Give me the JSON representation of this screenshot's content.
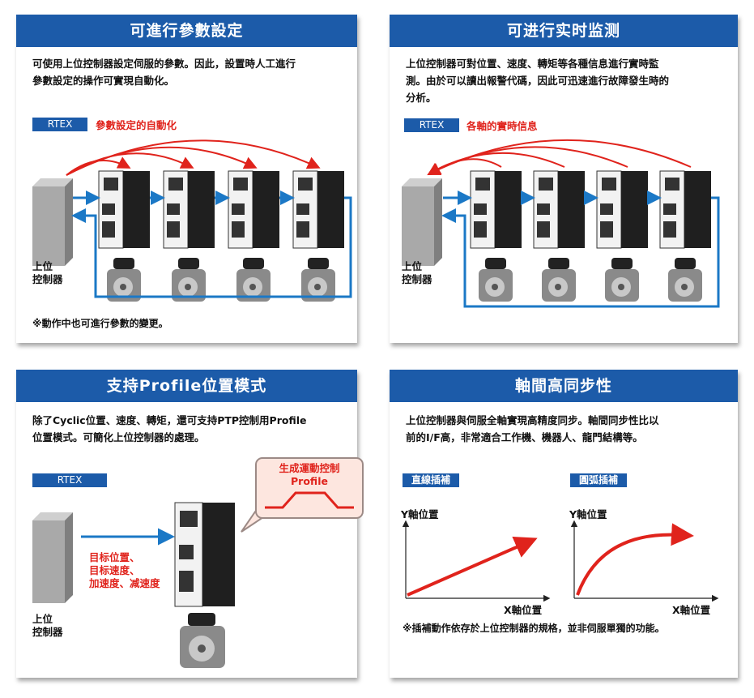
{
  "colors": {
    "header_blue": "#1c5ba9",
    "signal_blue": "#1b78c6",
    "accent_red": "#e0231c",
    "controller_gray": "#a9a9a9"
  },
  "panel1": {
    "title": "可進行參數設定",
    "desc": "可使用上位控制器設定伺服的參數。因此，設置時人工進行\n參數設定的操作可實現自動化。",
    "tag": "RTEX",
    "tag_title": "參數設定的自動化",
    "controller_label": "上位\n控制器",
    "note": "※動作中也可進行參數的變更。"
  },
  "panel2": {
    "title": "可进行实时监测",
    "desc": "上位控制器可對位置、速度、轉矩等各種信息進行實時監\n測。由於可以讀出報警代碼，因此可迅速進行故障發生時的\n分析。",
    "tag": "RTEX",
    "tag_title": "各軸的實時信息",
    "controller_label": "上位\n控制器"
  },
  "panel3": {
    "title": "支持Profile位置模式",
    "desc": "除了Cyclic位置、速度、轉矩，還可支持PTP控制用Profile\n位置模式。可簡化上位控制器的處理。",
    "tag": "RTEX",
    "bubble_text": "生成運動控制\nProfile",
    "targets": "目标位置、\n目标速度、\n加速度、减速度",
    "controller_label": "上位\n控制器"
  },
  "panel4": {
    "title": "軸間高同步性",
    "desc": "上位控制器與伺服全軸實現高精度同步。軸間同步性比以\n前的I/F高，非常適合工作機、機器人、龍門結構等。",
    "linear_tag": "直線插補",
    "arc_tag": "圓弧插補",
    "y_axis_label": "Y軸位置",
    "x_axis_label": "X軸位置",
    "note": "※插補動作依存於上位控制器的規格，並非伺服單獨的功能。"
  }
}
